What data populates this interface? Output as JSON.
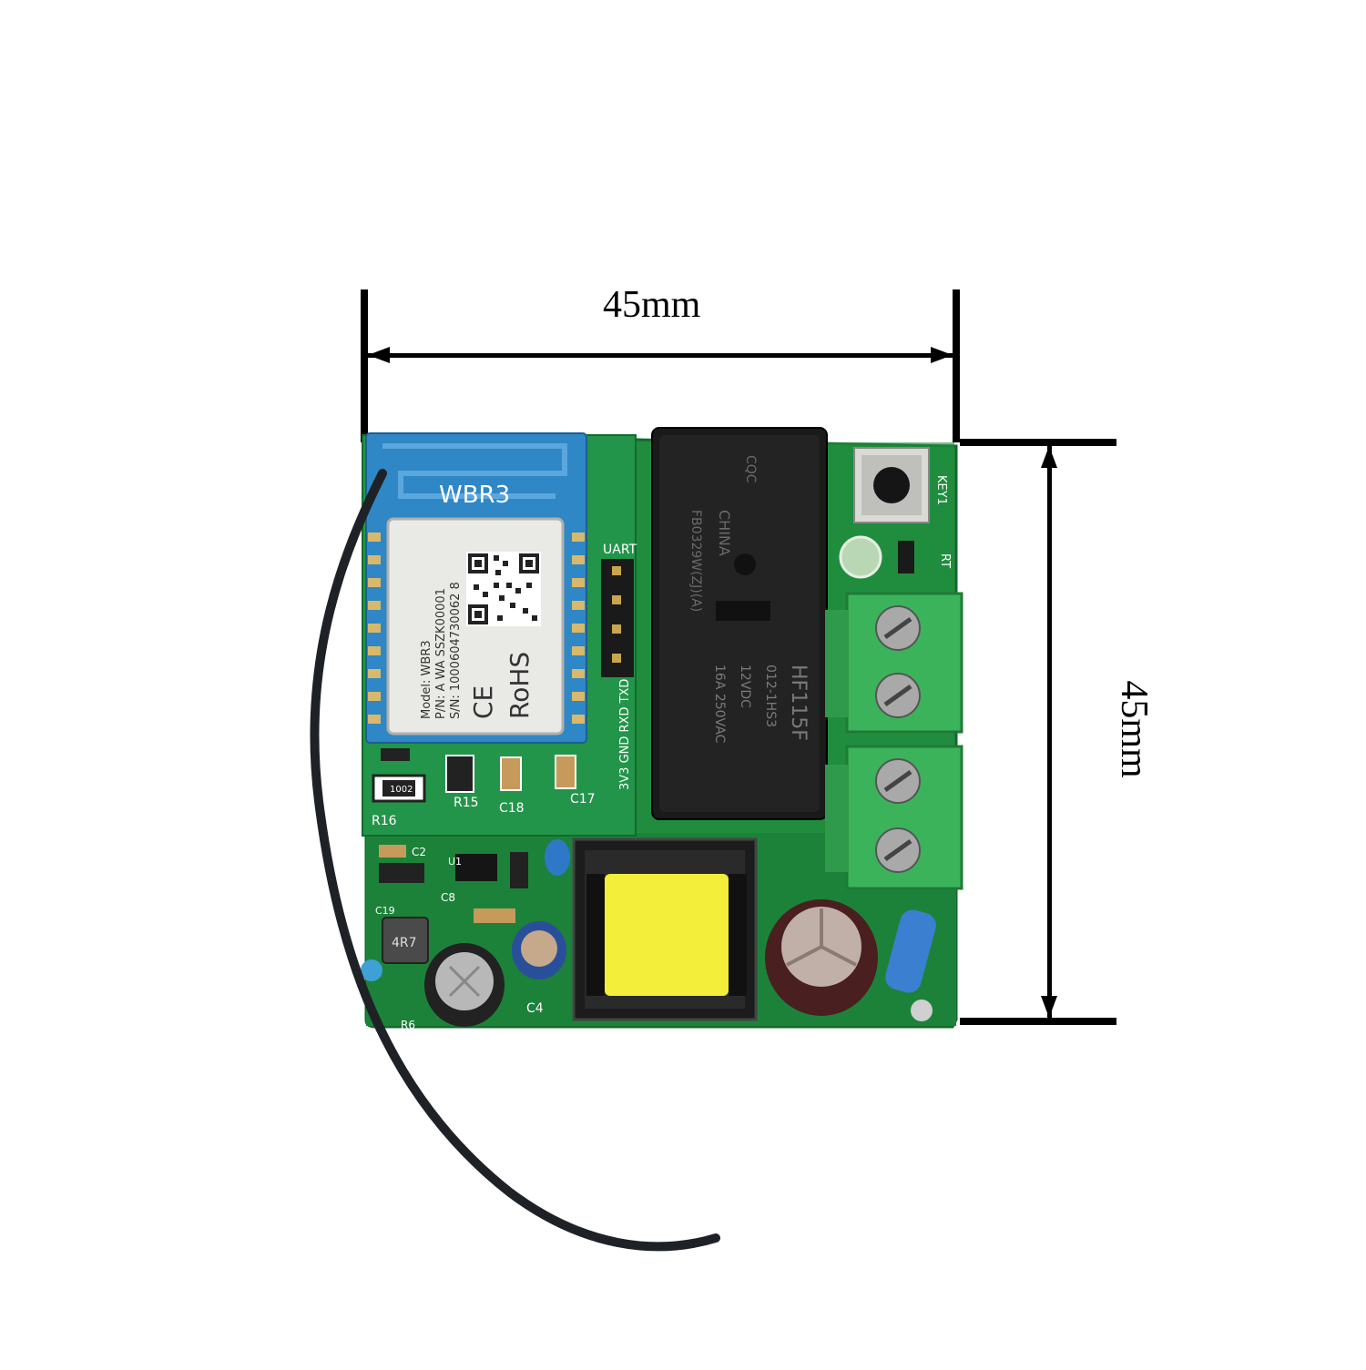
{
  "dimensions": {
    "width_label": "45mm",
    "height_label": "45mm"
  },
  "board": {
    "wifi_module": {
      "antenna_label": "WBR3",
      "model": "Model: WBR3",
      "part_number": "P/N: A WA SSZK00001",
      "serial": "S/N: 1000604730062 8",
      "ce_mark": "CE",
      "rohs": "RoHS"
    },
    "uart_label": "UART",
    "pin_labels": "3V3 GND RXD TXD",
    "key_label": "KEY1",
    "rt_label": "RT",
    "relay": {
      "model": "HF115F",
      "part": "012-1HS3",
      "voltage": "12VDC",
      "rating": "16A 250VAC",
      "origin": "CHINA",
      "cert": "FB0329W(ZJ)(A)",
      "cqc": "CQC"
    },
    "silkscreen": {
      "r16": "R16",
      "r15": "R15",
      "c18": "C18",
      "c17": "C17",
      "r_1002": "1002",
      "inductor": "4R7",
      "c4": "C4",
      "r6": "R6",
      "c2": "C2",
      "c8": "C8",
      "c19": "C19",
      "u1": "U1"
    }
  },
  "colors": {
    "pcb_green": "#1f8a3c",
    "module_blue": "#2f87c6",
    "relay_black": "#1a1a1a",
    "terminal_green": "#3bb35a",
    "transformer_yellow": "#f2ee3a"
  }
}
